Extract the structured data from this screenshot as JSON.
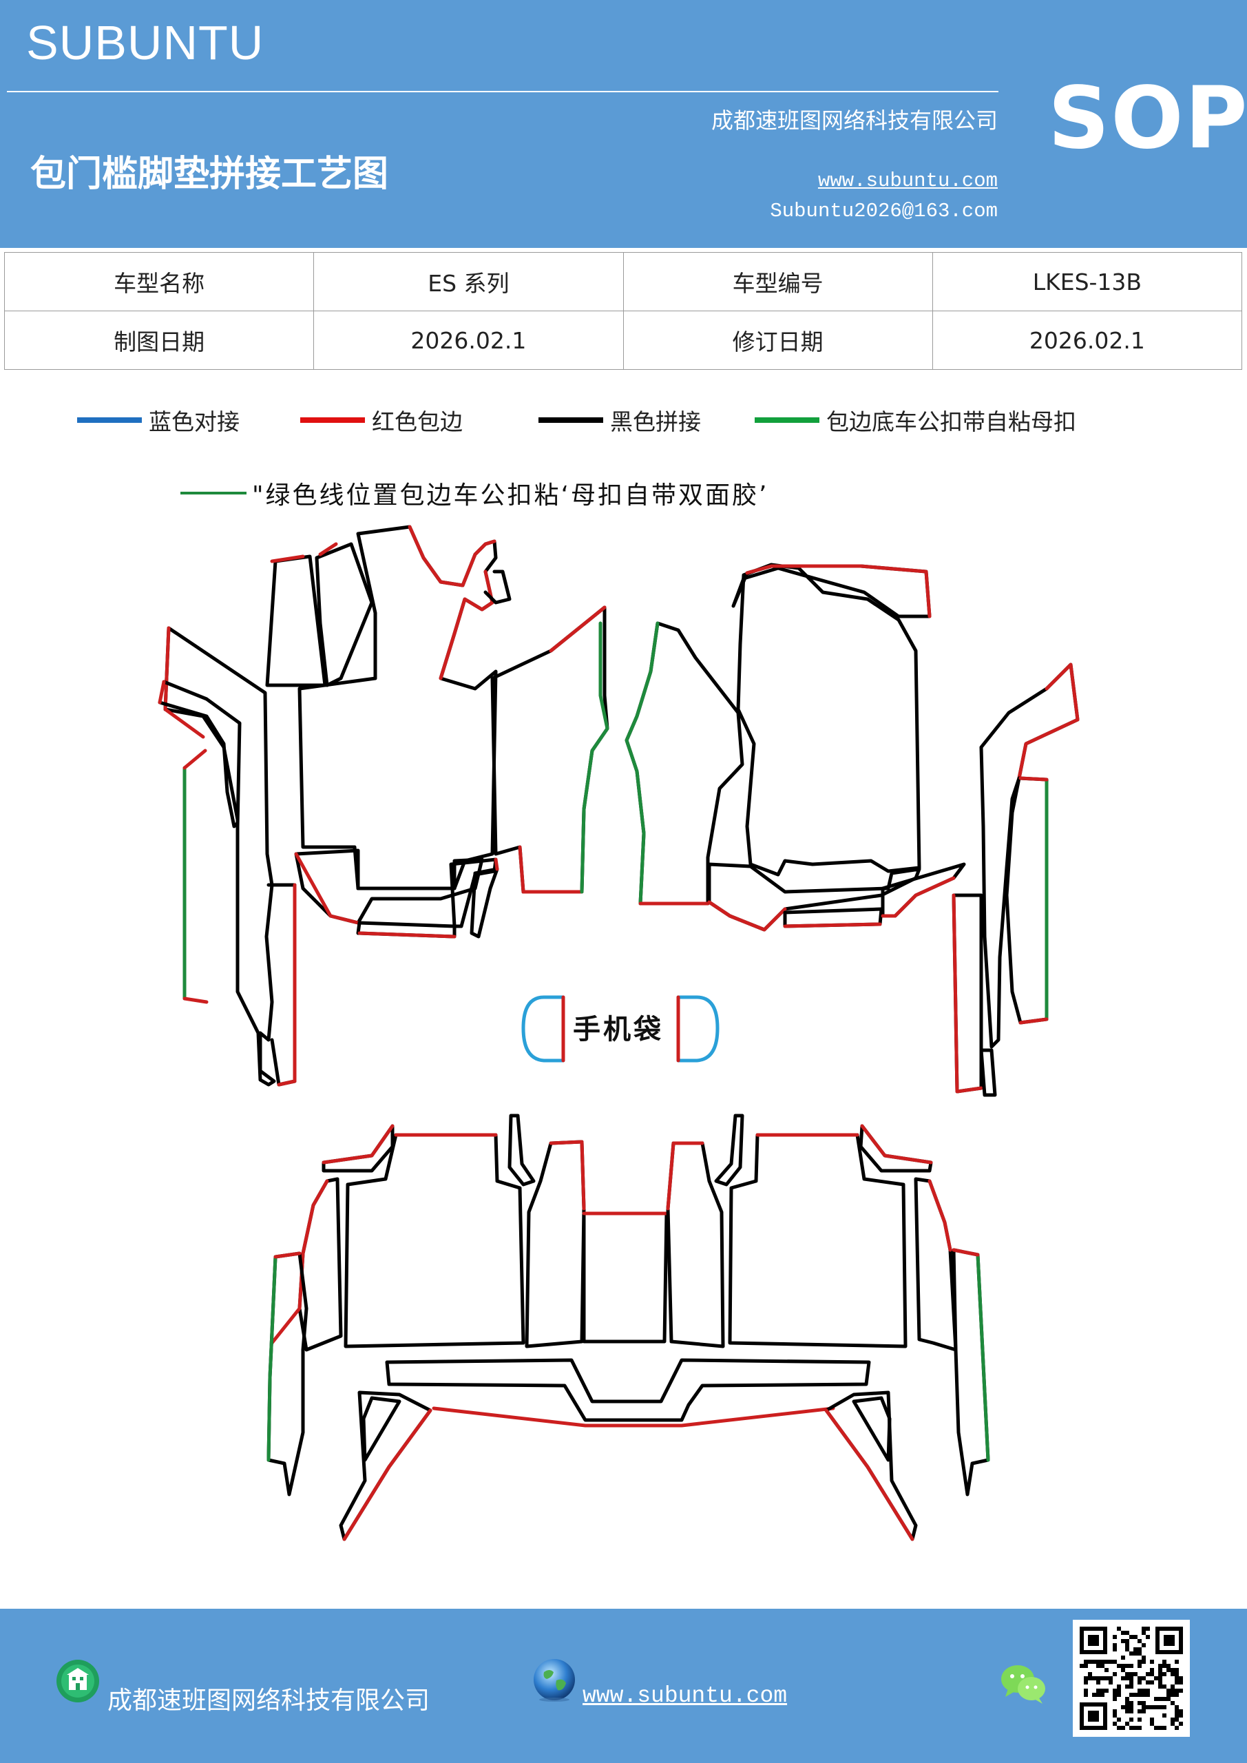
{
  "header": {
    "brand": "SUBUNTU",
    "title": "包门槛脚垫拼接工艺图",
    "company": "成都速班图网络科技有限公司",
    "website": "www.subuntu.com",
    "email": "Subuntu2026@163.com",
    "badge": "SOP"
  },
  "info_table": {
    "rows": [
      [
        "车型名称",
        "ES 系列",
        "车型编号",
        "LKES-13B"
      ],
      [
        "制图日期",
        "2026.02.1",
        "修订日期",
        "2026.02.1"
      ]
    ]
  },
  "legend": {
    "items": [
      {
        "label": "蓝色对接",
        "color": "#1f6fc0"
      },
      {
        "label": "红色包边",
        "color": "#e01010"
      },
      {
        "label": "黑色拼接",
        "color": "#000000"
      },
      {
        "label": "包边底车公扣带自粘母扣",
        "color": "#12a03c"
      }
    ]
  },
  "note": {
    "text": "\"绿色线位置包边车公扣粘‘母扣自带双面胶’",
    "color": "#1e8a3c"
  },
  "drawing": {
    "phone_pocket_label": "手机袋",
    "colors": {
      "black": "#000000",
      "red": "#cc1f1f",
      "green": "#1e8a3c",
      "blue": "#2aa0d8"
    }
  },
  "footer": {
    "company": "成都速班图网络科技有限公司",
    "website": "www.subuntu.com",
    "icons": [
      "building-icon",
      "globe-icon",
      "wechat-icon",
      "qr-code"
    ]
  }
}
